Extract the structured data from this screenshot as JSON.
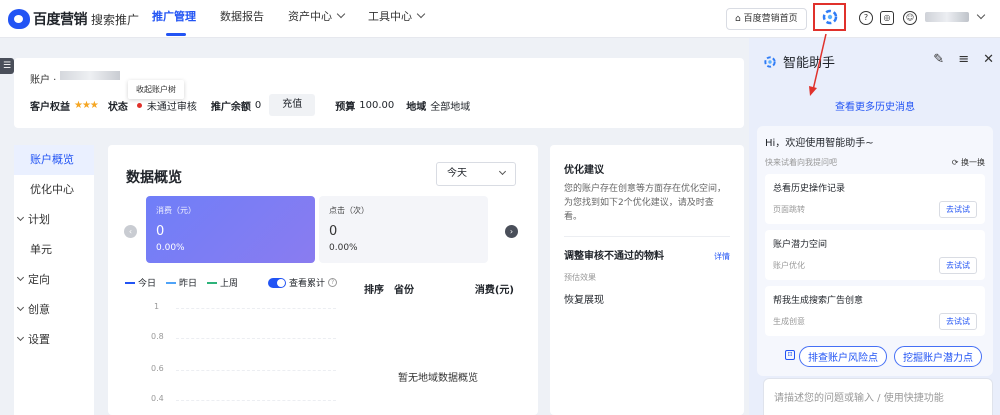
{
  "topbar": {
    "logo_text": "百度营销",
    "logo_sub": "搜索推广",
    "nav": [
      {
        "label": "推广管理",
        "active": true,
        "dropdown": false
      },
      {
        "label": "数据报告",
        "active": false,
        "dropdown": false
      },
      {
        "label": "资产中心",
        "active": false,
        "dropdown": true
      },
      {
        "label": "工具中心",
        "active": false,
        "dropdown": true
      }
    ],
    "home_button": "百度营销首页"
  },
  "account": {
    "label": "账户 ·",
    "tooltip": "收起账户树",
    "equity_label": "客户权益",
    "stars": "★★★",
    "status_label": "状态",
    "status_value": "未通过审核",
    "balance_label": "推广余额",
    "balance_value": "0",
    "recharge_button": "充值",
    "budget_label": "预算",
    "budget_value": "100.00",
    "region_label": "地域",
    "region_value": "全部地域"
  },
  "left_menu": [
    {
      "label": "账户概览",
      "active": true,
      "group": false
    },
    {
      "label": "优化中心",
      "active": false,
      "group": false
    },
    {
      "label": "计划",
      "active": false,
      "group": true
    },
    {
      "label": "单元",
      "active": false,
      "group": false
    },
    {
      "label": "定向",
      "active": false,
      "group": true
    },
    {
      "label": "创意",
      "active": false,
      "group": true
    },
    {
      "label": "设置",
      "active": false,
      "group": true
    }
  ],
  "overview": {
    "title": "数据概览",
    "date_select": "今天",
    "spend": {
      "label": "消费（元）",
      "value": "0",
      "pct": "0.00%"
    },
    "clicks": {
      "label": "点击（次）",
      "value": "0",
      "pct": "0.00%"
    },
    "legend": [
      {
        "label": "今日",
        "color": "#2254f4"
      },
      {
        "label": "昨日",
        "color": "#4fa3f7"
      },
      {
        "label": "上周",
        "color": "#2db37a"
      }
    ],
    "cumulative_label": "查看累计",
    "yticks": [
      "1",
      "0.8",
      "0.6",
      "0.4"
    ],
    "table_headers": [
      "排序",
      "省份",
      "消费(元)"
    ],
    "empty_text": "暂无地域数据概览"
  },
  "suggestions": {
    "title": "优化建议",
    "desc": "您的账户存在创意等方面存在优化空间，为您找到如下2个优化建议，请及时查看。",
    "item_title": "调整审核不通过的物料",
    "item_link": "详情",
    "effect_label": "预估效果",
    "effect_value": "恢复展现"
  },
  "assistant": {
    "title": "智能助手",
    "history_link": "查看更多历史消息",
    "greeting": "Hi，欢迎使用智能助手~",
    "ask_hint": "快来试着向我提问吧",
    "refresh_label": "换一换",
    "cards": [
      {
        "title": "总看历史操作记录",
        "sub": "页面跳转",
        "button": "去试试"
      },
      {
        "title": "账户潜力空间",
        "sub": "账户优化",
        "button": "去试试"
      },
      {
        "title": "帮我生成搜索广告创意",
        "sub": "生成创意",
        "button": "去试试"
      }
    ],
    "chips": [
      "排查账户风险点",
      "挖掘账户潜力点"
    ],
    "input_placeholder": "请描述您的问题或输入 / 使用快捷功能"
  },
  "colors": {
    "accent": "#2254f4",
    "highlight_box": "#e0312b",
    "panel_bg": "#e9eefb"
  }
}
